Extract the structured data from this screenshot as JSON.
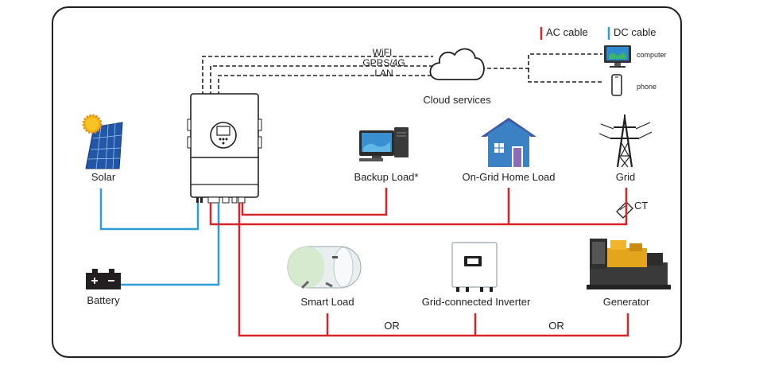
{
  "legend": {
    "ac_label": "AC cable",
    "dc_label": "DC cable",
    "ac_color": "#d7242b",
    "dc_color": "#2f9bd6"
  },
  "comm_links": [
    "WiFI",
    "GPRS/4G",
    "LAN"
  ],
  "cloud": {
    "label": "Cloud services",
    "icon": "cloud-icon"
  },
  "devices": {
    "computer": "computer",
    "phone": "phone"
  },
  "nodes": {
    "solar": "Solar",
    "battery": "Battery",
    "backup_load": "Backup Load*",
    "home_load": "On-Grid Home Load",
    "grid": "Grid",
    "ct": "CT",
    "smart_load": "Smart Load",
    "grid_inverter": "Grid-connected Inverter",
    "generator": "Generator"
  },
  "or_labels": [
    "OR",
    "OR"
  ]
}
